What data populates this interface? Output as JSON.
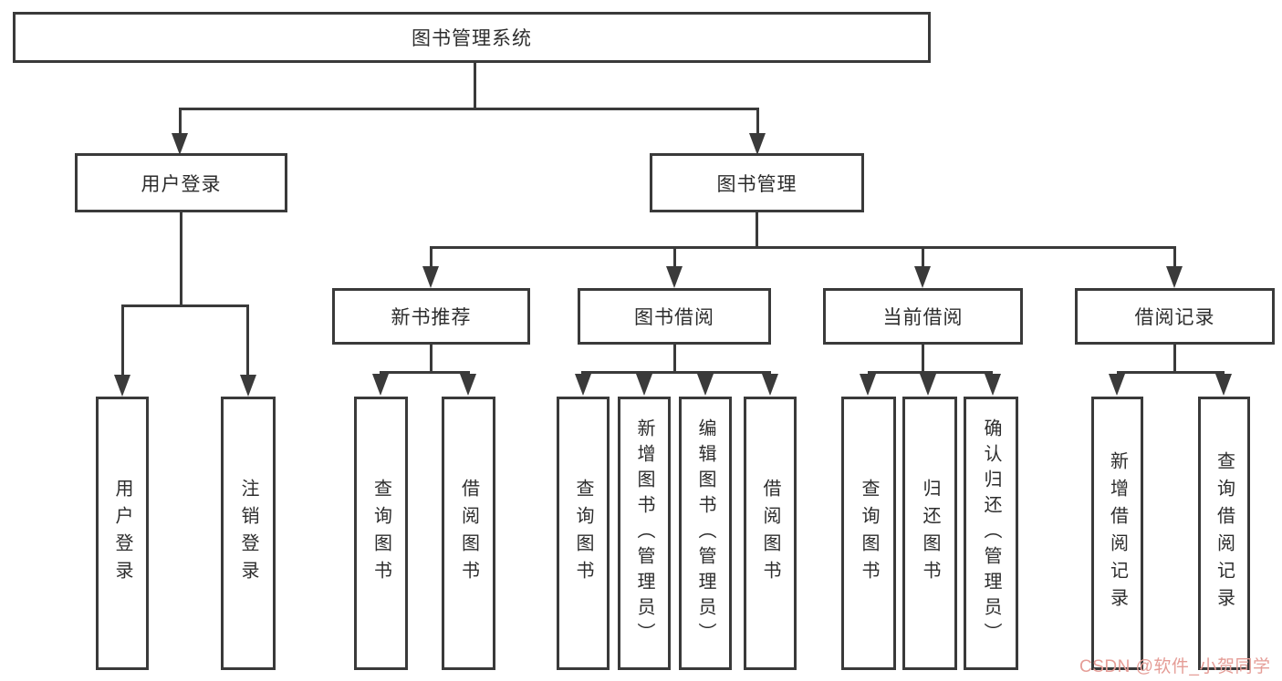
{
  "diagram": {
    "type": "hierarchy-tree",
    "root": {
      "label": "图书管理系统"
    },
    "level2": {
      "user_login": {
        "label": "用户登录"
      },
      "book_management": {
        "label": "图书管理"
      }
    },
    "level3": {
      "new_book_recommendation": {
        "label": "新书推荐"
      },
      "book_borrowing": {
        "label": "图书借阅"
      },
      "current_borrowing": {
        "label": "当前借阅"
      },
      "borrowing_records": {
        "label": "借阅记录"
      }
    },
    "leaves": {
      "user_login": {
        "label": "用户登录",
        "parent": "用户登录"
      },
      "logout": {
        "label": "注销登录",
        "parent": "用户登录"
      },
      "query_books_rec": {
        "label": "查询图书",
        "parent": "新书推荐"
      },
      "borrow_books_rec": {
        "label": "借阅图书",
        "parent": "新书推荐"
      },
      "query_books_borrow": {
        "label": "查询图书",
        "parent": "图书借阅"
      },
      "add_books_admin": {
        "label": "新增图书（管理员）",
        "parent": "图书借阅"
      },
      "edit_books_admin": {
        "label": "编辑图书（管理员）",
        "parent": "图书借阅"
      },
      "borrow_books_borrow": {
        "label": "借阅图书",
        "parent": "图书借阅"
      },
      "query_books_current": {
        "label": "查询图书",
        "parent": "当前借阅"
      },
      "return_books": {
        "label": "归还图书",
        "parent": "当前借阅"
      },
      "confirm_return_admin": {
        "label": "确认归还（管理员）",
        "parent": "当前借阅"
      },
      "add_borrow_record": {
        "label": "新增借阅记录",
        "parent": "借阅记录"
      },
      "query_borrow_record": {
        "label": "查询借阅记录",
        "parent": "借阅记录"
      }
    },
    "colors": {
      "line": "#3a3a3a",
      "box_border": "#3a3a3a",
      "background": "#ffffff",
      "text": "#2d2d2d",
      "watermark": "#e59d97"
    }
  },
  "watermark": {
    "text": "CSDN @软件_小贺同学"
  }
}
